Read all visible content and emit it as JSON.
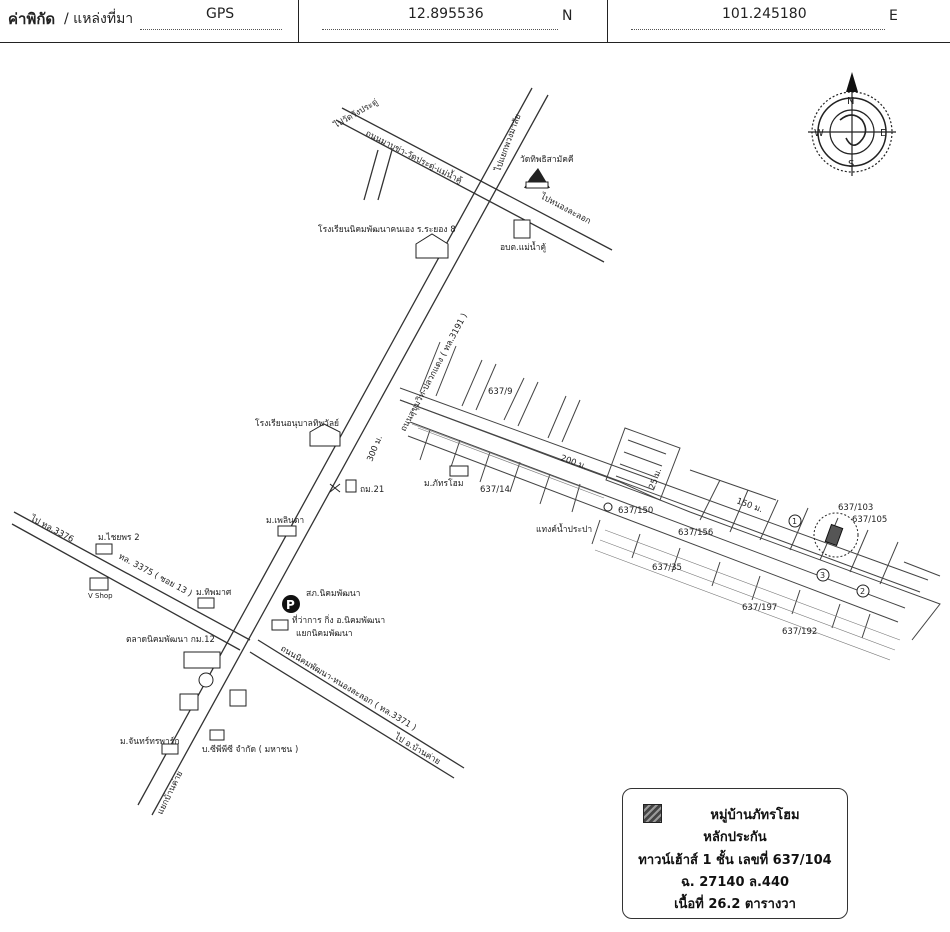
{
  "header": {
    "coord_label": "ค่าพิกัด",
    "place_label": "/ แหล่งที่มา",
    "source": "GPS",
    "latitude": "12.895536",
    "lat_dir": "N",
    "longitude": "101.245180",
    "lon_dir": "E"
  },
  "compass": {
    "n": "N",
    "s": "S",
    "e": "E",
    "w": "W"
  },
  "roads": {
    "main_road": "ถนนสุขุมวิท-ปลวกแดง ( ทล.3191 )",
    "road_3375": "ทล. 3375 ( ซอย 13 )",
    "to_3376": "ไป ทล.3376",
    "nikhom_road": "ถนนนิคมพัฒนา-หนองละลอก ( ทล.3371 )",
    "to_ban_khai": "ไป อ.บ้านค่าย",
    "mabkha_road": "ถนนมาบข่า-วัดประดู่-แม่น้ำคู้",
    "to_wat_pradu": "ไปวัดวังประดู่",
    "to_mabtaphut": "ไปแยกพวงมาลัย",
    "to_nonglalok": "ไปหนองละลอก",
    "to_ban_bueng": "แยกบ้านค่าย"
  },
  "places": {
    "temple": "วัดทิพธิสามัคคี",
    "obt": "อบต.แม่น้ำคู้",
    "school1": "โรงเรียนนิคมพัฒนาฅนเอง ร.ระยอง 8",
    "school2": "โรงเรียนอนุบาลทิพวัลย์",
    "km21": "ถม.21",
    "distance_300": "300 ม.",
    "moo_pattra": "ม.ภัทรโฮม",
    "moo_plinda": "ม.เพลินดา",
    "moo_chaiyaphruek": "ม.ไชยพร 2",
    "vshop": "V Shop",
    "moo_thippha": "ม.ทิพมาศ",
    "police": "สภ.นิคมพัฒนา",
    "district": "ที่ว่าการ กิ่ง อ.นิคมพัฒนา",
    "nikhom_junction": "แยกนิคมพัฒนา",
    "market": "ตลาดนิคมพัฒนา กม.12",
    "moo_chanthana": "ม.จันทร์ทรพาร์ก",
    "company": "บ.ซีพีพีซี จำกัด ( มหาชน )",
    "water_tank": "แทงค์น้ำประปา",
    "distance_200": "200 ม.",
    "distance_150": "150 ม.",
    "distance_25": "25 ม."
  },
  "plots": {
    "p637_9": "637/9",
    "p637_14": "637/14",
    "p637_150": "637/150",
    "p637_156": "637/156",
    "p637_35": "637/35",
    "p637_197": "637/197",
    "p637_192": "637/192",
    "p637_103": "637/103",
    "p637_105": "637/105",
    "c1": "1",
    "c2": "2",
    "c3": "3"
  },
  "legend": {
    "title": "หมู่บ้านภัทรโฮม",
    "subtitle": "หลักประกัน",
    "asset": "ทาวน์เฮ้าส์ 1 ชั้น เลขที่ 637/104",
    "deed": "ฉ. 27140 ล.440",
    "area": "เนื้อที่ 26.2 ตารางวา"
  },
  "colors": {
    "ink": "#222222",
    "road": "#333333",
    "highlight": "#555555"
  }
}
